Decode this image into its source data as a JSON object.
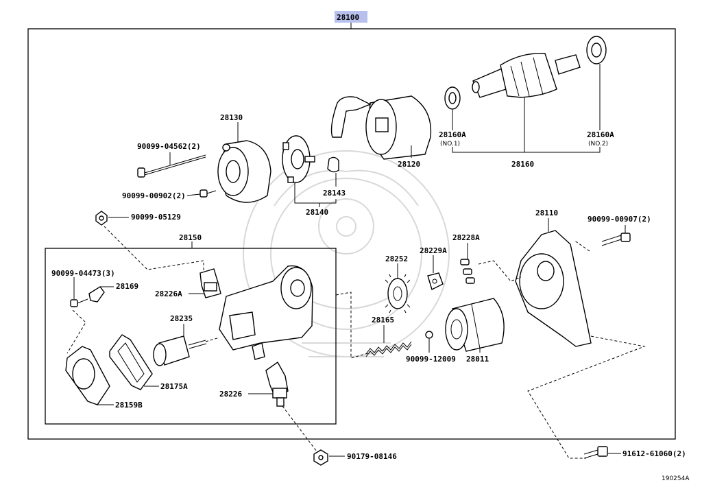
{
  "title_part": "28100",
  "diagram_code": "190254A",
  "highlight_color": "#b8c0ee",
  "labels": {
    "p28130": "28130",
    "p90099_04562": "90099-04562(2)",
    "p90099_00902": "90099-00902(2)",
    "p90099_05129": "90099-05129",
    "p28140": "28140",
    "p28143": "28143",
    "p28120": "28120",
    "p28160a_1": "28160A",
    "p28160a_1_note": "(NO.1)",
    "p28160a_2": "28160A",
    "p28160a_2_note": "(NO.2)",
    "p28160": "28160",
    "p28110": "28110",
    "p90099_00907": "90099-00907(2)",
    "p28150": "28150",
    "p90099_04473": "90099-04473(3)",
    "p28169": "28169",
    "p28226a": "28226A",
    "p28235": "28235",
    "p28175a": "28175A",
    "p28159b": "28159B",
    "p28226": "28226",
    "p28252": "28252",
    "p28229a": "28229A",
    "p28228a": "28228A",
    "p28165": "28165",
    "p90099_12009": "90099-12009",
    "p28011": "28011",
    "p90179_08146": "90179-08146",
    "p91612_61060": "91612-61060(2)"
  },
  "icons": {
    "end-frame": "end-frame-icon",
    "through-bolt": "bolt-icon",
    "screw": "screw-icon",
    "nut": "nut-icon",
    "brush-holder": "brush-holder-icon",
    "brush-spring": "spring-icon",
    "yoke": "yoke-icon",
    "bearing": "bearing-icon",
    "armature": "armature-icon",
    "housing": "housing-icon",
    "switch": "magnetic-switch-icon",
    "gear": "gear-icon",
    "clutch": "clutch-icon",
    "ball": "ball-icon",
    "coil-spring": "coil-spring-icon",
    "terminal": "terminal-icon",
    "plunger": "plunger-icon",
    "gasket": "gasket-icon",
    "cover": "cover-icon"
  }
}
